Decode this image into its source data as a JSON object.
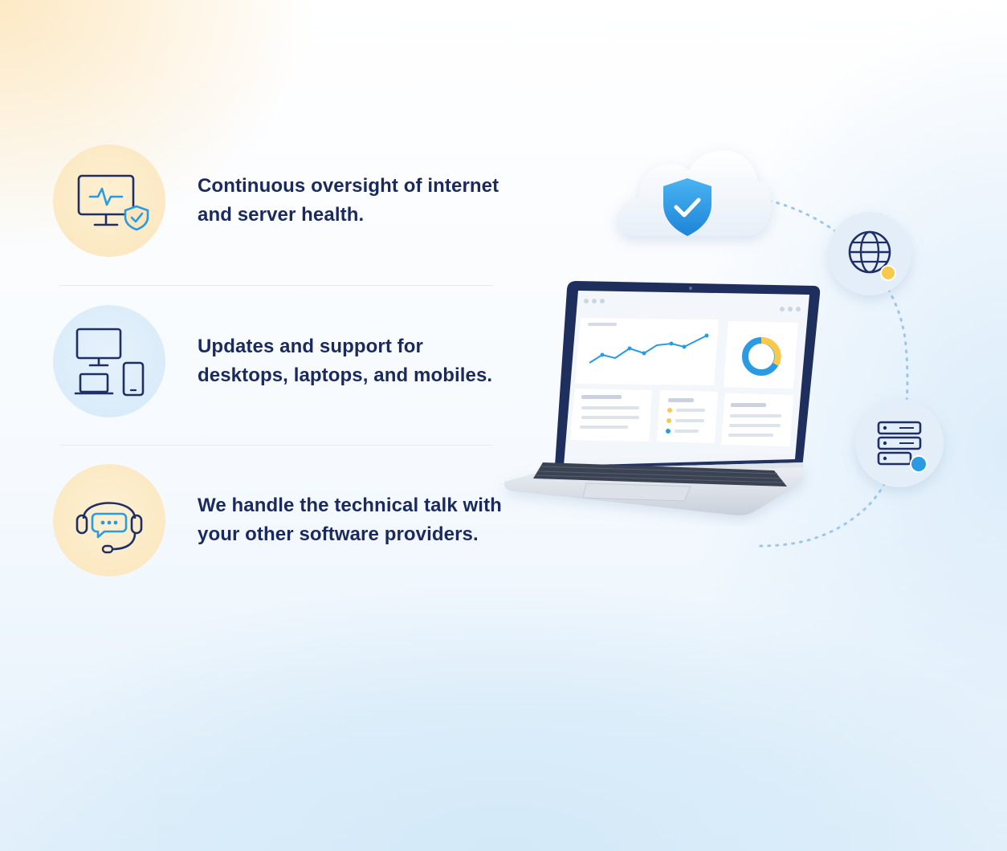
{
  "features": [
    {
      "text": "Continuous oversight of internet and server health.",
      "icon": "monitor-heartbeat-shield-icon",
      "circle_color": "#fbe6bd"
    },
    {
      "text": "Updates and support for desktops, laptops, and mobiles.",
      "icon": "devices-icon",
      "circle_color": "#d5e9f8"
    },
    {
      "text": "We handle the technical talk with your other software providers.",
      "icon": "headset-chat-icon",
      "circle_color": "#fbe6bd"
    }
  ],
  "illustration": {
    "center": "laptop-dashboard",
    "nodes": [
      "cloud-shield-icon",
      "globe-icon",
      "server-icon"
    ]
  },
  "colors": {
    "text": "#1b2a5e",
    "icon_stroke": "#1e2f66",
    "accent_blue": "#2a9be3",
    "accent_yellow": "#f8c94a"
  }
}
